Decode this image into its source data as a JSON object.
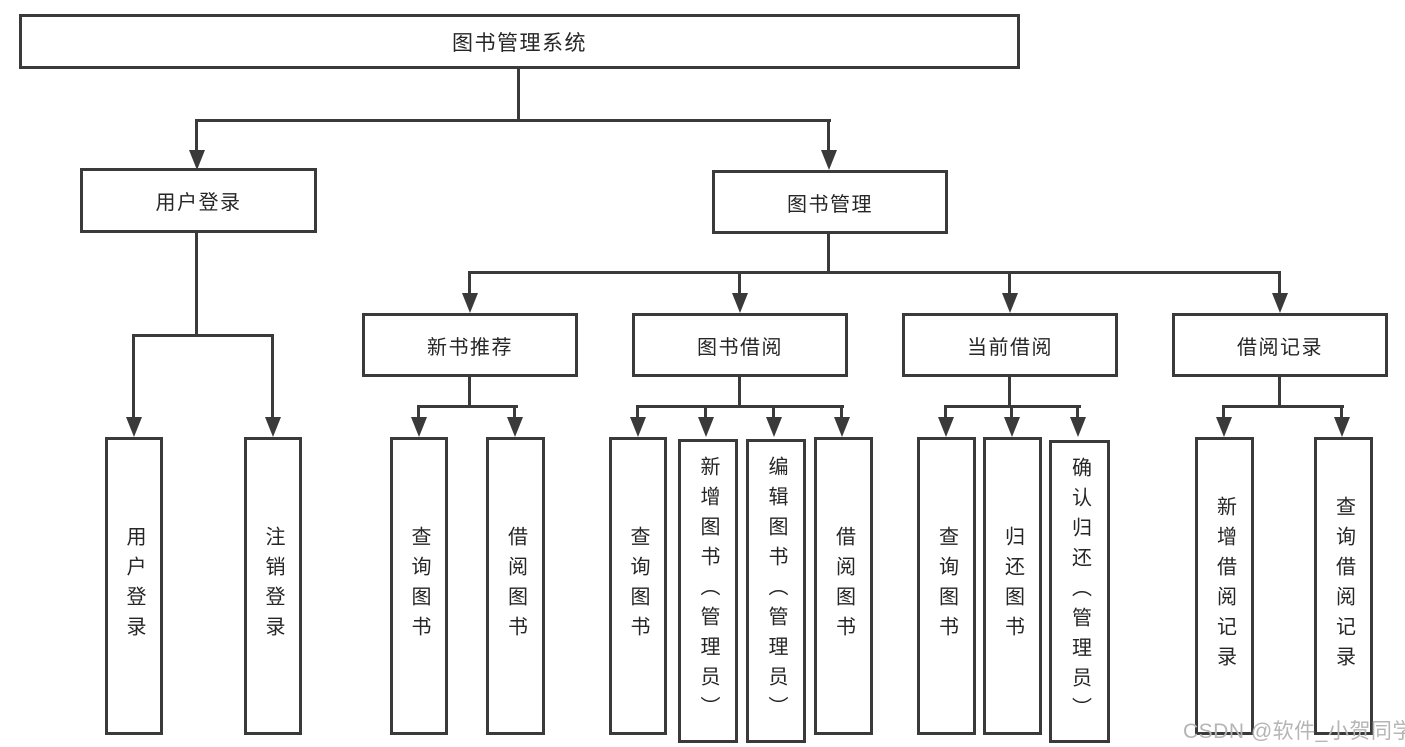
{
  "colors": {
    "line": "#3a3a3a",
    "text": "#262626",
    "box_background": "#ffffff",
    "watermark": "#b5b5b5"
  },
  "diagram": {
    "type": "hierarchy-tree",
    "root": {
      "label": "图书管理系统"
    },
    "branches": [
      {
        "label": "用户登录",
        "children": [
          {
            "label": "用户登录"
          },
          {
            "label": "注销登录"
          }
        ]
      },
      {
        "label": "图书管理",
        "children": [
          {
            "label": "新书推荐",
            "children": [
              {
                "label": "查询图书"
              },
              {
                "label": "借阅图书"
              }
            ]
          },
          {
            "label": "图书借阅",
            "children": [
              {
                "label": "查询图书"
              },
              {
                "label": "新增图书（管理员）"
              },
              {
                "label": "编辑图书（管理员）"
              },
              {
                "label": "借阅图书"
              }
            ]
          },
          {
            "label": "当前借阅",
            "children": [
              {
                "label": "查询图书"
              },
              {
                "label": "归还图书"
              },
              {
                "label": "确认归还（管理员）"
              }
            ]
          },
          {
            "label": "借阅记录",
            "children": [
              {
                "label": "新增借阅记录"
              },
              {
                "label": "查询借阅记录"
              }
            ]
          }
        ]
      }
    ]
  },
  "watermark": {
    "text": "CSDN @软件_小贺同学"
  }
}
